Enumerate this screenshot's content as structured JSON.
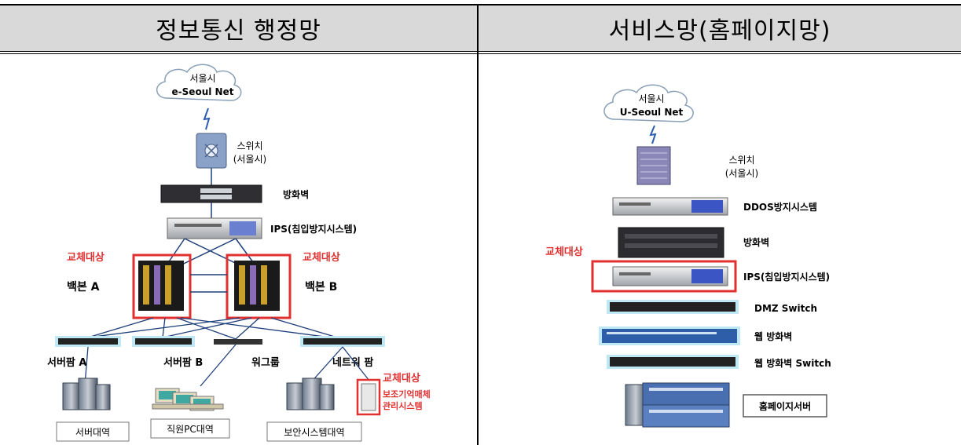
{
  "headers": {
    "left": "정보통신 행정망",
    "right": "서비스망(홈페이지망)"
  },
  "left_diagram": {
    "cloud_line1": "서울시",
    "cloud_line2": "e-Seoul Net",
    "switch_line1": "스위치",
    "switch_line2": "(서울시)",
    "firewall": "방화벽",
    "ips": "IPS(침입방지시스템)",
    "replace_a": "교체대상",
    "replace_b": "교체대상",
    "backbone_a": "백본 A",
    "backbone_b": "백본 B",
    "server_farm_a": "서버팜 A",
    "server_farm_b": "서버팜 B",
    "workgroup": "워그룹",
    "network_farm": "네트워 팜",
    "replace_c": "교체대상",
    "storage_line1": "보조기억매체",
    "storage_line2": "관리시스템",
    "zone_server": "서버대역",
    "zone_pc": "직원PC대역",
    "zone_security": "보안시스템대역"
  },
  "right_diagram": {
    "cloud_line1": "서울시",
    "cloud_line2": "U-Seoul Net",
    "switch_line1": "스위치",
    "switch_line2": "(서울시)",
    "ddos": "DDOS방지시스템",
    "firewall": "방화벽",
    "replace": "교체대상",
    "ips": "IPS(침입방지시스템)",
    "dmz": "DMZ Switch",
    "waf": "웹 방화벽",
    "waf_switch": "웹 방화벽 Switch",
    "homepage_server": "홈페이지서버"
  },
  "colors": {
    "header_bg": "#d9d9d9",
    "replace_red": "#e03030",
    "highlight": "#bfe8f5"
  }
}
